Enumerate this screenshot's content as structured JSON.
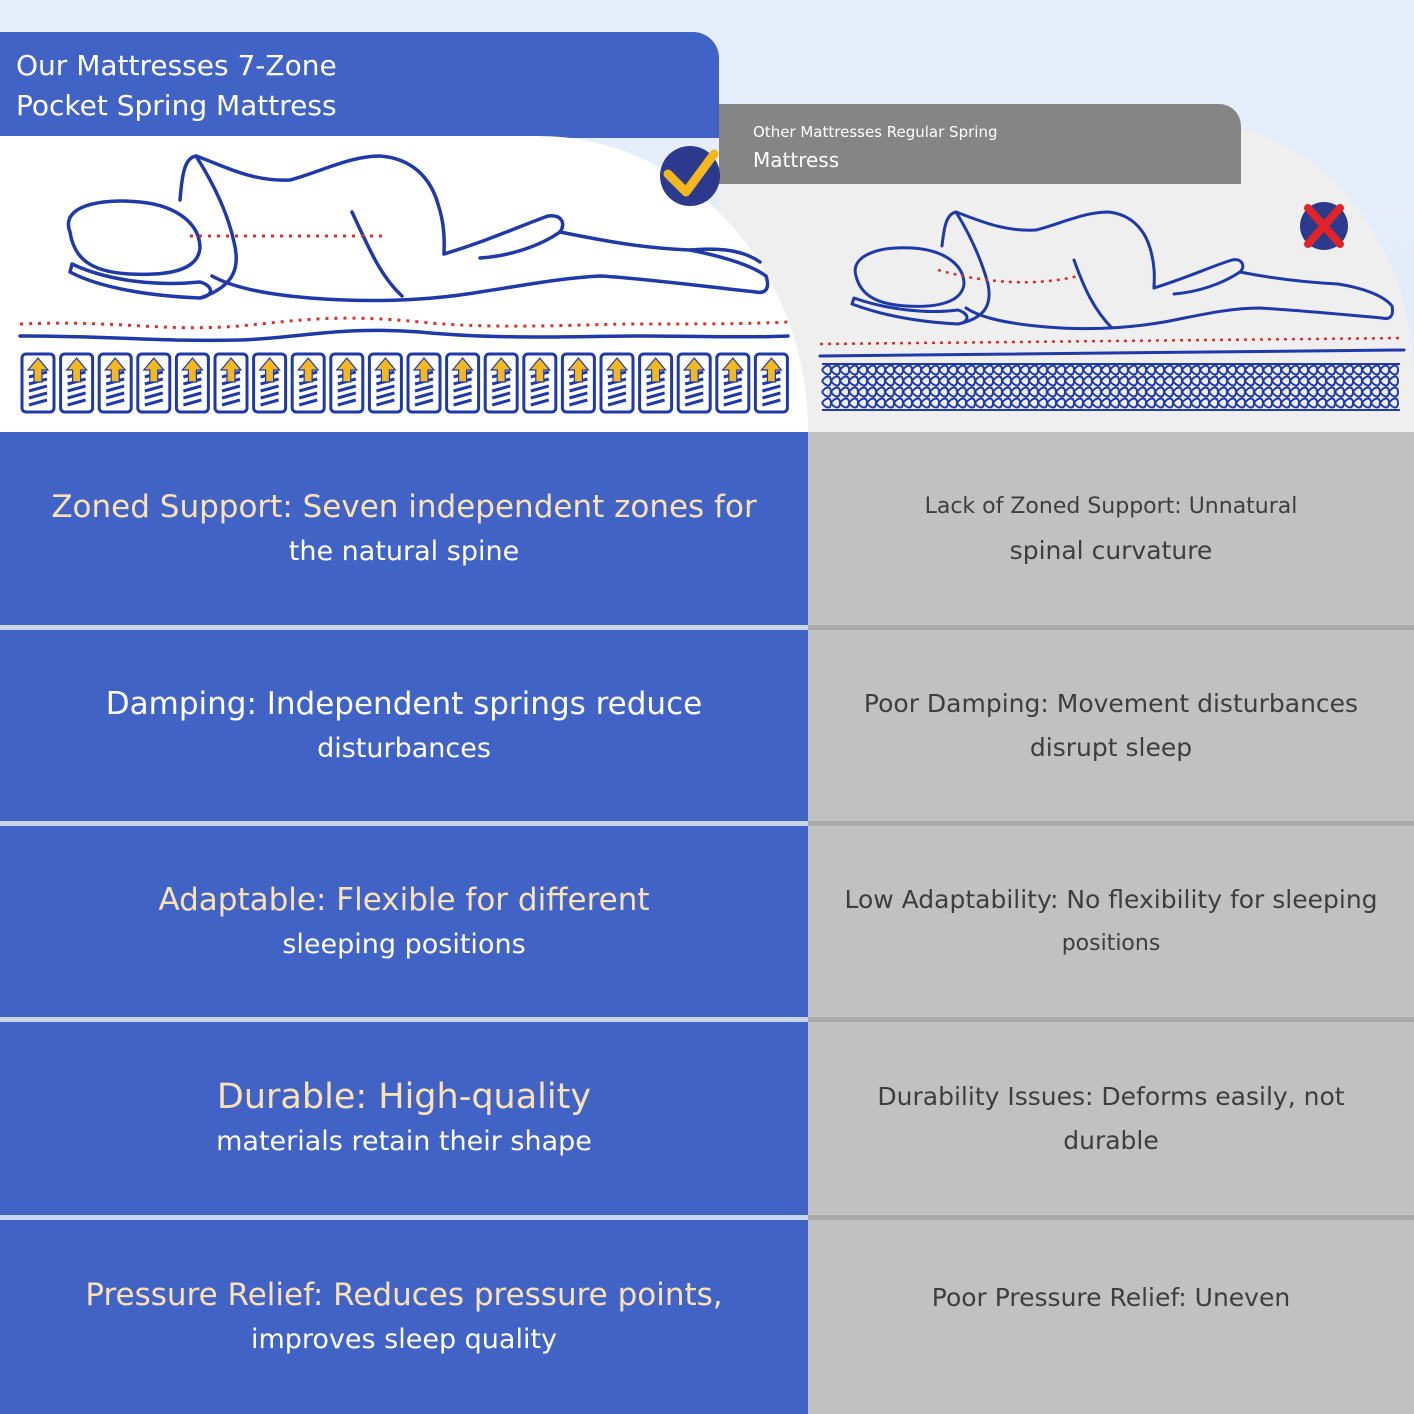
{
  "header": {
    "ours_line1": "Our Mattresses 7-Zone",
    "ours_line2": "Pocket Spring Mattress",
    "other_line1": "Other Mattresses Regular Spring",
    "other_line2": "Mattress"
  },
  "icons": {
    "ours_badge": "check-circle-icon",
    "other_badge": "x-circle-icon"
  },
  "colors": {
    "ours_blue": "#4263c6",
    "other_gray": "#c1c1c1",
    "highlight_cream": "#fbe2b4",
    "line_blue": "#1f3aa8",
    "spine_red": "#d93030",
    "arrow_yellow": "#f3b820"
  },
  "rows": [
    {
      "ours_title": "Zoned Support: Seven independent zones for",
      "ours_sub": "the natural spine",
      "ours_style": "cream",
      "other_line1": "Lack of Zoned Support: Unnatural",
      "other_line2": "spinal curvature"
    },
    {
      "ours_title": "Damping: Independent springs reduce",
      "ours_sub": "disturbances",
      "ours_style": "white",
      "other_line1": "Poor Damping: Movement disturbances",
      "other_line2": "disrupt sleep"
    },
    {
      "ours_title": "Adaptable: Flexible for different",
      "ours_sub": "sleeping positions",
      "ours_style": "cream",
      "other_line1": "Low Adaptability: No flexibility for sleeping",
      "other_line2": "positions"
    },
    {
      "ours_title": "Durable: High-quality",
      "ours_sub": "materials retain their shape",
      "ours_style": "cream",
      "other_line1": "Durability Issues: Deforms easily, not",
      "other_line2": "durable"
    },
    {
      "ours_title": "Pressure Relief: Reduces pressure points,",
      "ours_sub": "improves sleep quality",
      "ours_style": "cream",
      "other_line1": "Poor Pressure Relief: Uneven",
      "other_line2": ""
    }
  ]
}
